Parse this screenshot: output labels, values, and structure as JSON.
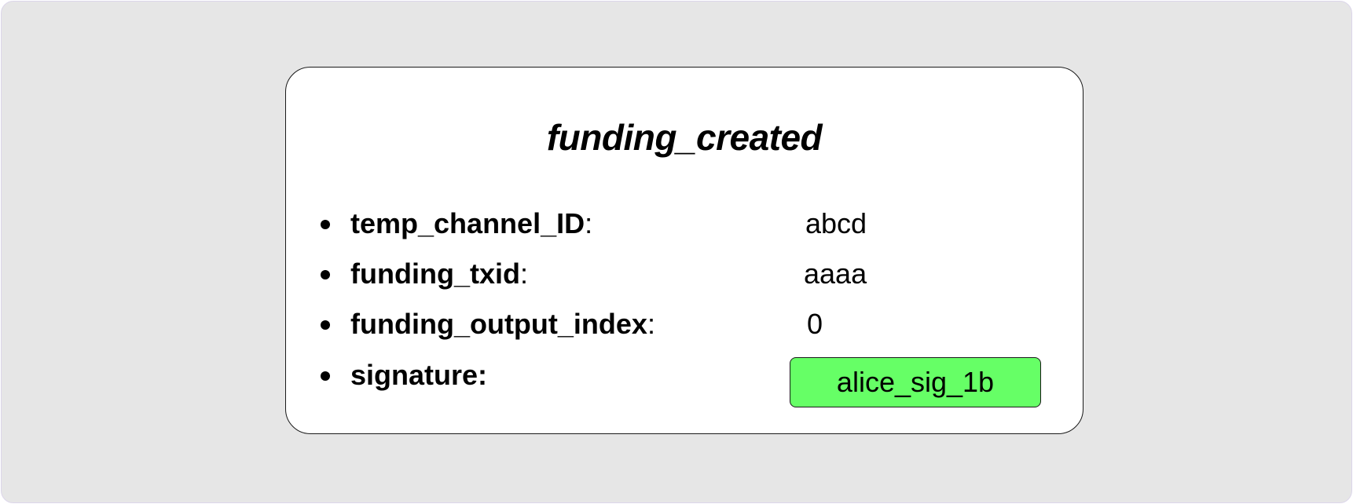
{
  "message": {
    "title": "funding_created",
    "fields": [
      {
        "name": "temp_channel_ID",
        "separator": ":",
        "value": "abcd"
      },
      {
        "name": "funding_txid",
        "separator": ":",
        "value": "aaaa"
      },
      {
        "name": "funding_output_index",
        "separator": ":",
        "value": "0"
      },
      {
        "name": "signature:",
        "separator": "",
        "value": "alice_sig_1b"
      }
    ]
  },
  "colors": {
    "background": "#e6e6e6",
    "card": "#ffffff",
    "signature_highlight": "#66ff66"
  }
}
